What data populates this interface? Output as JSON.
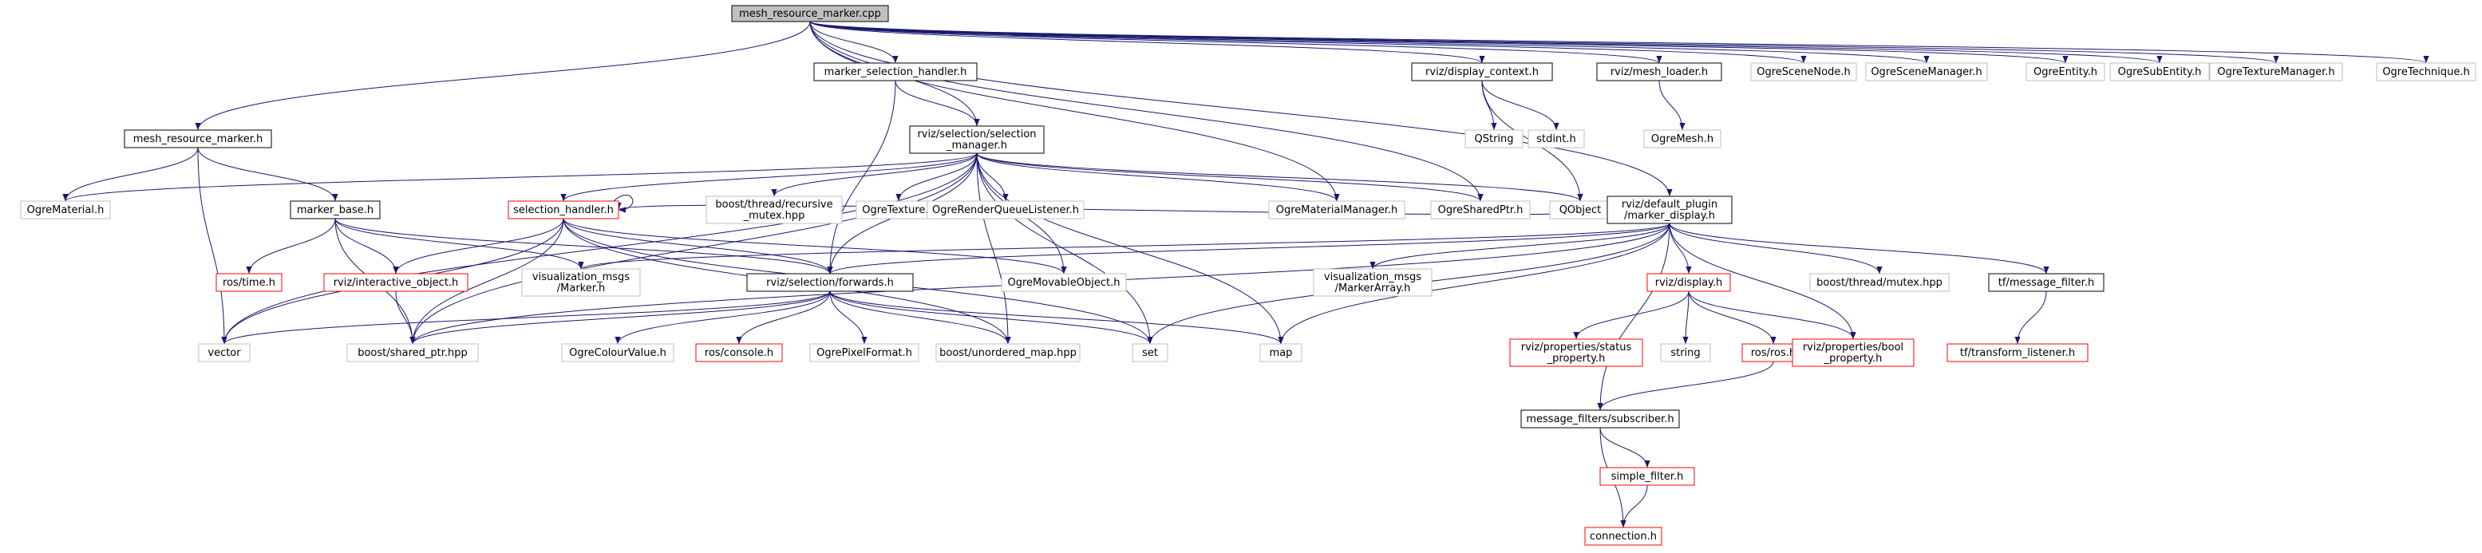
{
  "colors": {
    "edge": "#191970",
    "box_solid": "#000000",
    "box_missing": "#bfbfbf",
    "box_truncated": "#ff0000",
    "root_fill": "#bfbfbf",
    "background": "#ffffff"
  },
  "nodes": [
    {
      "id": "root",
      "lines": [
        "mesh_resource_marker.cpp"
      ],
      "kind": "root"
    },
    {
      "id": "marker_selection_handler_h",
      "lines": [
        "marker_selection_handler.h"
      ],
      "kind": "solid"
    },
    {
      "id": "rviz_display_context_h",
      "lines": [
        "rviz/display_context.h"
      ],
      "kind": "solid"
    },
    {
      "id": "rviz_mesh_loader_h",
      "lines": [
        "rviz/mesh_loader.h"
      ],
      "kind": "solid"
    },
    {
      "id": "ogre_scene_node_h",
      "lines": [
        "OgreSceneNode.h"
      ],
      "kind": "missing"
    },
    {
      "id": "ogre_scene_manager_h",
      "lines": [
        "OgreSceneManager.h"
      ],
      "kind": "missing"
    },
    {
      "id": "ogre_entity_h",
      "lines": [
        "OgreEntity.h"
      ],
      "kind": "missing"
    },
    {
      "id": "ogre_sub_entity_h",
      "lines": [
        "OgreSubEntity.h"
      ],
      "kind": "missing"
    },
    {
      "id": "ogre_texture_manager_h",
      "lines": [
        "OgreTextureManager.h"
      ],
      "kind": "missing"
    },
    {
      "id": "ogre_technique_h",
      "lines": [
        "OgreTechnique.h"
      ],
      "kind": "missing"
    },
    {
      "id": "mesh_resource_marker_h",
      "lines": [
        "mesh_resource_marker.h"
      ],
      "kind": "solid"
    },
    {
      "id": "rviz_selection_manager_h",
      "lines": [
        "rviz/selection/selection",
        "_manager.h"
      ],
      "kind": "solid"
    },
    {
      "id": "qstring",
      "lines": [
        "QString"
      ],
      "kind": "missing"
    },
    {
      "id": "stdint_h",
      "lines": [
        "stdint.h"
      ],
      "kind": "missing"
    },
    {
      "id": "ogre_mesh_h",
      "lines": [
        "OgreMesh.h"
      ],
      "kind": "missing"
    },
    {
      "id": "ogre_material_h",
      "lines": [
        "OgreMaterial.h"
      ],
      "kind": "missing"
    },
    {
      "id": "marker_base_h",
      "lines": [
        "marker_base.h"
      ],
      "kind": "solid"
    },
    {
      "id": "selection_handler_h",
      "lines": [
        "selection_handler.h"
      ],
      "kind": "truncated"
    },
    {
      "id": "boost_recursive_mutex",
      "lines": [
        "boost/thread/recursive",
        "_mutex.hpp"
      ],
      "kind": "missing"
    },
    {
      "id": "ogre_texture_h",
      "lines": [
        "OgreTexture.h"
      ],
      "kind": "missing"
    },
    {
      "id": "ogre_render_queue_listener_h",
      "lines": [
        "OgreRenderQueueListener.h"
      ],
      "kind": "missing"
    },
    {
      "id": "ogre_material_manager_h",
      "lines": [
        "OgreMaterialManager.h"
      ],
      "kind": "missing"
    },
    {
      "id": "ogre_shared_ptr_h",
      "lines": [
        "OgreSharedPtr.h"
      ],
      "kind": "missing"
    },
    {
      "id": "qobject",
      "lines": [
        "QObject"
      ],
      "kind": "missing"
    },
    {
      "id": "rviz_marker_display_h",
      "lines": [
        "rviz/default_plugin",
        "/marker_display.h"
      ],
      "kind": "solid"
    },
    {
      "id": "ros_time_h",
      "lines": [
        "ros/time.h"
      ],
      "kind": "truncated"
    },
    {
      "id": "rviz_interactive_object_h",
      "lines": [
        "rviz/interactive_object.h"
      ],
      "kind": "truncated"
    },
    {
      "id": "visualization_msgs_marker_h",
      "lines": [
        "visualization_msgs",
        "/Marker.h"
      ],
      "kind": "missing"
    },
    {
      "id": "rviz_selection_forwards_h",
      "lines": [
        "rviz/selection/forwards.h"
      ],
      "kind": "solid"
    },
    {
      "id": "ogre_movable_object_h",
      "lines": [
        "OgreMovableObject.h"
      ],
      "kind": "missing"
    },
    {
      "id": "visualization_msgs_marker_array_h",
      "lines": [
        "visualization_msgs",
        "/MarkerArray.h"
      ],
      "kind": "missing"
    },
    {
      "id": "rviz_display_h",
      "lines": [
        "rviz/display.h"
      ],
      "kind": "truncated"
    },
    {
      "id": "boost_thread_mutex",
      "lines": [
        "boost/thread/mutex.hpp"
      ],
      "kind": "missing"
    },
    {
      "id": "tf_message_filter_h",
      "lines": [
        "tf/message_filter.h"
      ],
      "kind": "solid"
    },
    {
      "id": "vector",
      "lines": [
        "vector"
      ],
      "kind": "missing"
    },
    {
      "id": "boost_shared_ptr",
      "lines": [
        "boost/shared_ptr.hpp"
      ],
      "kind": "missing"
    },
    {
      "id": "ogre_colour_value_h",
      "lines": [
        "OgreColourValue.h"
      ],
      "kind": "missing"
    },
    {
      "id": "ros_console_h",
      "lines": [
        "ros/console.h"
      ],
      "kind": "truncated"
    },
    {
      "id": "ogre_pixel_format_h",
      "lines": [
        "OgrePixelFormat.h"
      ],
      "kind": "missing"
    },
    {
      "id": "boost_unordered_map",
      "lines": [
        "boost/unordered_map.hpp"
      ],
      "kind": "missing"
    },
    {
      "id": "set",
      "lines": [
        "set"
      ],
      "kind": "missing"
    },
    {
      "id": "map",
      "lines": [
        "map"
      ],
      "kind": "missing"
    },
    {
      "id": "string",
      "lines": [
        "string"
      ],
      "kind": "missing"
    },
    {
      "id": "rviz_status_property_h",
      "lines": [
        "rviz/properties/status",
        "_property.h"
      ],
      "kind": "truncated"
    },
    {
      "id": "ros_ros_h",
      "lines": [
        "ros/ros.h"
      ],
      "kind": "truncated"
    },
    {
      "id": "rviz_bool_property_h",
      "lines": [
        "rviz/properties/bool",
        "_property.h"
      ],
      "kind": "truncated"
    },
    {
      "id": "tf_transform_listener_h",
      "lines": [
        "tf/transform_listener.h"
      ],
      "kind": "truncated"
    },
    {
      "id": "message_filters_subscriber_h",
      "lines": [
        "message_filters/subscriber.h"
      ],
      "kind": "solid"
    },
    {
      "id": "simple_filter_h",
      "lines": [
        "simple_filter.h"
      ],
      "kind": "truncated"
    },
    {
      "id": "connection_h",
      "lines": [
        "connection.h"
      ],
      "kind": "truncated"
    }
  ],
  "edges": [
    [
      "root",
      "marker_selection_handler_h"
    ],
    [
      "root",
      "rviz_display_context_h"
    ],
    [
      "root",
      "rviz_mesh_loader_h"
    ],
    [
      "root",
      "ogre_scene_node_h"
    ],
    [
      "root",
      "ogre_scene_manager_h"
    ],
    [
      "root",
      "ogre_entity_h"
    ],
    [
      "root",
      "ogre_sub_entity_h"
    ],
    [
      "root",
      "ogre_texture_manager_h"
    ],
    [
      "root",
      "ogre_technique_h"
    ],
    [
      "root",
      "mesh_resource_marker_h"
    ],
    [
      "root",
      "rviz_selection_manager_h"
    ],
    [
      "root",
      "ogre_material_manager_h"
    ],
    [
      "root",
      "ogre_shared_ptr_h"
    ],
    [
      "root",
      "rviz_marker_display_h"
    ],
    [
      "marker_selection_handler_h",
      "rviz_selection_manager_h"
    ],
    [
      "marker_selection_handler_h",
      "rviz_selection_forwards_h"
    ],
    [
      "rviz_display_context_h",
      "qstring"
    ],
    [
      "rviz_display_context_h",
      "stdint_h"
    ],
    [
      "rviz_display_context_h",
      "qobject"
    ],
    [
      "rviz_mesh_loader_h",
      "ogre_mesh_h"
    ],
    [
      "mesh_resource_marker_h",
      "ogre_material_h"
    ],
    [
      "mesh_resource_marker_h",
      "marker_base_h"
    ],
    [
      "mesh_resource_marker_h",
      "vector"
    ],
    [
      "rviz_selection_manager_h",
      "ogre_material_h"
    ],
    [
      "rviz_selection_manager_h",
      "selection_handler_h"
    ],
    [
      "rviz_selection_manager_h",
      "boost_recursive_mutex"
    ],
    [
      "rviz_selection_manager_h",
      "ogre_texture_h"
    ],
    [
      "rviz_selection_manager_h",
      "ogre_render_queue_listener_h"
    ],
    [
      "rviz_selection_manager_h",
      "ogre_material_manager_h"
    ],
    [
      "rviz_selection_manager_h",
      "ogre_shared_ptr_h"
    ],
    [
      "rviz_selection_manager_h",
      "qobject"
    ],
    [
      "rviz_selection_manager_h",
      "rviz_selection_forwards_h"
    ],
    [
      "rviz_selection_manager_h",
      "ogre_movable_object_h"
    ],
    [
      "rviz_selection_manager_h",
      "vector"
    ],
    [
      "rviz_selection_manager_h",
      "boost_shared_ptr"
    ],
    [
      "rviz_selection_manager_h",
      "boost_unordered_map"
    ],
    [
      "rviz_selection_manager_h",
      "set"
    ],
    [
      "rviz_selection_manager_h",
      "map"
    ],
    [
      "marker_base_h",
      "ros_time_h"
    ],
    [
      "marker_base_h",
      "rviz_interactive_object_h"
    ],
    [
      "marker_base_h",
      "visualization_msgs_marker_h"
    ],
    [
      "marker_base_h",
      "rviz_selection_forwards_h"
    ],
    [
      "marker_base_h",
      "boost_shared_ptr"
    ],
    [
      "selection_handler_h",
      "selection_handler_h"
    ],
    [
      "selection_handler_h",
      "rviz_interactive_object_h"
    ],
    [
      "selection_handler_h",
      "rviz_selection_forwards_h"
    ],
    [
      "selection_handler_h",
      "ogre_movable_object_h"
    ],
    [
      "selection_handler_h",
      "vector"
    ],
    [
      "selection_handler_h",
      "set"
    ],
    [
      "selection_handler_h",
      "boost_shared_ptr"
    ],
    [
      "selection_handler_h",
      "boost_unordered_map"
    ],
    [
      "rviz_interactive_object_h",
      "boost_shared_ptr"
    ],
    [
      "rviz_selection_forwards_h",
      "vector"
    ],
    [
      "rviz_selection_forwards_h",
      "boost_shared_ptr"
    ],
    [
      "rviz_selection_forwards_h",
      "ogre_colour_value_h"
    ],
    [
      "rviz_selection_forwards_h",
      "ros_console_h"
    ],
    [
      "rviz_selection_forwards_h",
      "ogre_pixel_format_h"
    ],
    [
      "rviz_selection_forwards_h",
      "boost_unordered_map"
    ],
    [
      "rviz_selection_forwards_h",
      "set"
    ],
    [
      "rviz_selection_forwards_h",
      "map"
    ],
    [
      "rviz_marker_display_h",
      "selection_handler_h"
    ],
    [
      "rviz_marker_display_h",
      "rviz_selection_forwards_h"
    ],
    [
      "rviz_marker_display_h",
      "visualization_msgs_marker_h"
    ],
    [
      "rviz_marker_display_h",
      "visualization_msgs_marker_array_h"
    ],
    [
      "rviz_marker_display_h",
      "rviz_display_h"
    ],
    [
      "rviz_marker_display_h",
      "boost_thread_mutex"
    ],
    [
      "rviz_marker_display_h",
      "tf_message_filter_h"
    ],
    [
      "rviz_marker_display_h",
      "boost_shared_ptr"
    ],
    [
      "rviz_marker_display_h",
      "set"
    ],
    [
      "rviz_marker_display_h",
      "map"
    ],
    [
      "rviz_marker_display_h",
      "rviz_bool_property_h"
    ],
    [
      "rviz_marker_display_h",
      "message_filters_subscriber_h"
    ],
    [
      "rviz_display_h",
      "rviz_status_property_h"
    ],
    [
      "rviz_display_h",
      "string"
    ],
    [
      "rviz_display_h",
      "ros_ros_h"
    ],
    [
      "rviz_display_h",
      "rviz_bool_property_h"
    ],
    [
      "tf_message_filter_h",
      "tf_transform_listener_h"
    ],
    [
      "ros_ros_h",
      "message_filters_subscriber_h"
    ],
    [
      "message_filters_subscriber_h",
      "simple_filter_h"
    ],
    [
      "message_filters_subscriber_h",
      "connection_h"
    ],
    [
      "simple_filter_h",
      "connection_h"
    ]
  ]
}
